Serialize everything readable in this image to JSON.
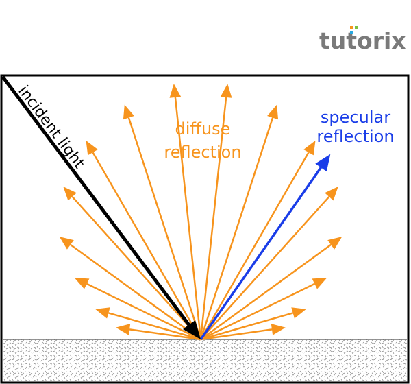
{
  "logo": {
    "text": "tutorix"
  },
  "labels": {
    "incident": "incident light",
    "diffuse_line1": "diffuse",
    "diffuse_line2": "reflection",
    "specular_line1": "specular",
    "specular_line2": "reflection"
  },
  "colors": {
    "diffuse": "#f7941d",
    "specular": "#1a3de8",
    "incident": "#000000",
    "surface": "#9a9a9a",
    "logo": "#7a7a7a",
    "frame": "#000000"
  },
  "rays": {
    "diffuse_angles_deg": [
      8,
      16,
      26,
      36,
      48,
      60,
      72,
      84,
      96,
      108,
      120,
      132,
      144,
      154,
      164,
      172
    ],
    "specular_angle_deg": 55
  }
}
